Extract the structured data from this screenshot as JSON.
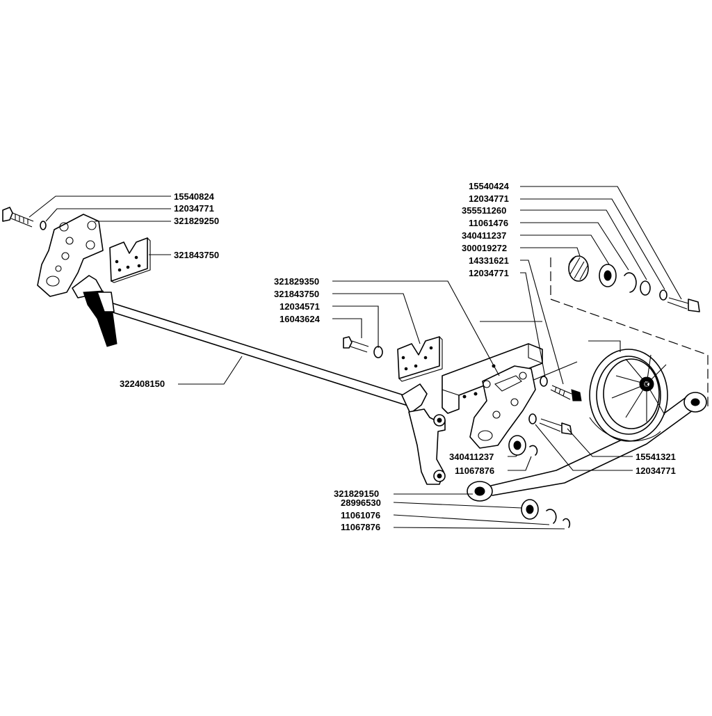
{
  "labels": {
    "l15540824": "15540824",
    "l12034771a": "12034771",
    "l321829250": "321829250",
    "l321843750a": "321843750",
    "l322408150": "322408150",
    "l321829350": "321829350",
    "l321843750b": "321843750",
    "l12034571": "12034571",
    "l16043624": "16043624",
    "l15540424": "15540424",
    "l12034771b": "12034771",
    "l355511260": "355511260",
    "l11061476": "11061476",
    "l340411237a": "340411237",
    "l300019272": "300019272",
    "l14331621": "14331621",
    "l12034771c": "12034771",
    "l340411237b": "340411237",
    "l11067876a": "11067876",
    "l15541321": "15541321",
    "l12034771d": "12034771",
    "l321829150": "321829150",
    "l28996530": "28996530",
    "l11061076": "11061076",
    "l11067876b": "11067876"
  }
}
